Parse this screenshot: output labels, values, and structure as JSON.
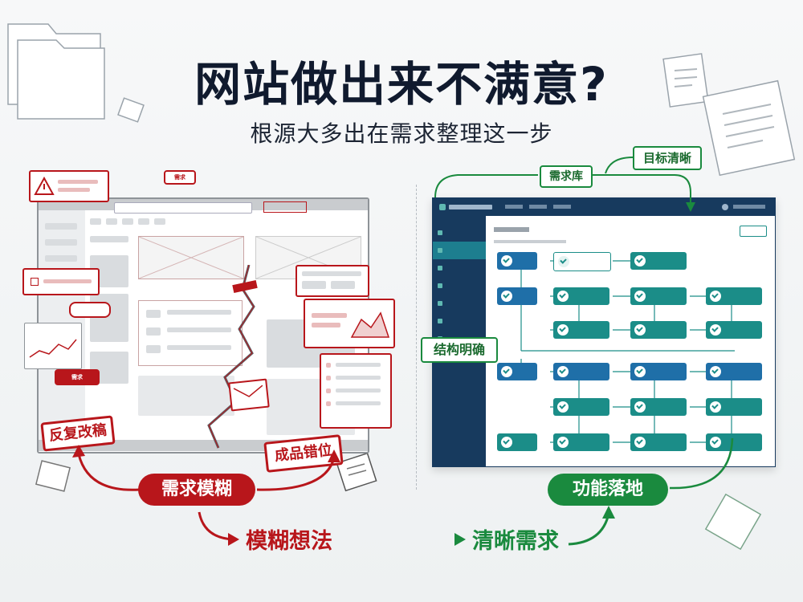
{
  "title": "网站做出来不满意?",
  "subtitle": "根源大多出在需求整理这一步",
  "left_labels": {
    "rework": "反复改稿",
    "mismatch": "成品错位",
    "vague": "需求模糊",
    "small_tag_1": "需求",
    "small_tag_2": "需求"
  },
  "right_labels": {
    "goal": "目标清晰",
    "requirement": "需求库",
    "structure": "结构明确",
    "landing": "功能落地"
  },
  "bottom": {
    "from": "模糊想法",
    "to": "清晰需求"
  },
  "colors": {
    "red": "#b8161b",
    "green": "#1a8a3e",
    "navy": "#173a5e",
    "teal": "#1b8d88"
  }
}
